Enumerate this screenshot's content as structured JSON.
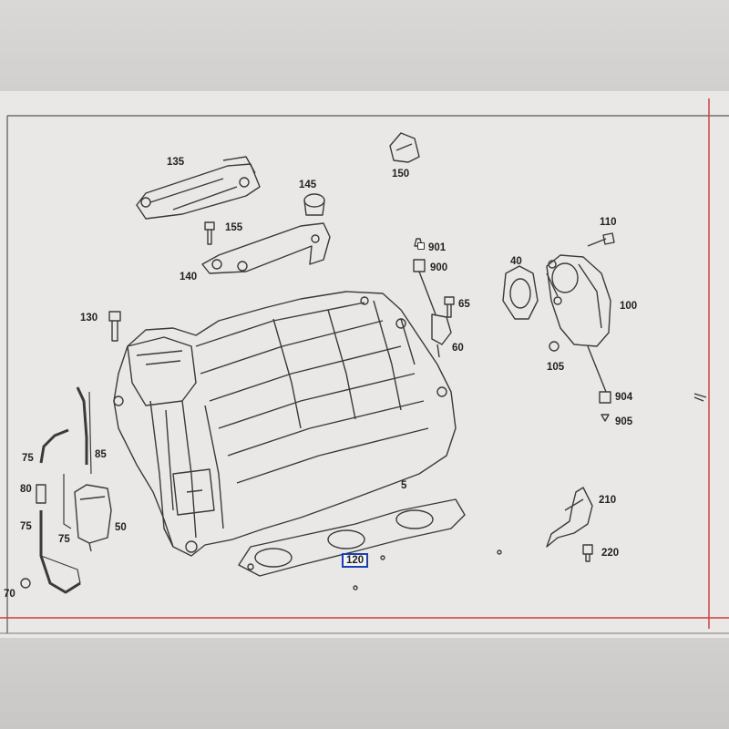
{
  "parts": [
    {
      "id": "135",
      "label": "135"
    },
    {
      "id": "150",
      "label": "150"
    },
    {
      "id": "145",
      "label": "145"
    },
    {
      "id": "155",
      "label": "155"
    },
    {
      "id": "110",
      "label": "110"
    },
    {
      "id": "901",
      "label": "901"
    },
    {
      "id": "40",
      "label": "40"
    },
    {
      "id": "900",
      "label": "900"
    },
    {
      "id": "140",
      "label": "140"
    },
    {
      "id": "65",
      "label": "65"
    },
    {
      "id": "100",
      "label": "100"
    },
    {
      "id": "130",
      "label": "130"
    },
    {
      "id": "60",
      "label": "60"
    },
    {
      "id": "105",
      "label": "105"
    },
    {
      "id": "904",
      "label": "904"
    },
    {
      "id": "905",
      "label": "905"
    },
    {
      "id": "75a",
      "label": "75"
    },
    {
      "id": "85",
      "label": "85"
    },
    {
      "id": "80",
      "label": "80"
    },
    {
      "id": "5",
      "label": "5"
    },
    {
      "id": "210",
      "label": "210"
    },
    {
      "id": "50",
      "label": "50"
    },
    {
      "id": "75b",
      "label": "75"
    },
    {
      "id": "75c",
      "label": "75"
    },
    {
      "id": "220",
      "label": "220"
    },
    {
      "id": "120",
      "label": "120",
      "selected": true
    },
    {
      "id": "70",
      "label": "70"
    }
  ],
  "colors": {
    "screen": "#e9e8e6",
    "line": "#3a3a3a",
    "selection": "#1a3fb5",
    "red_rule": "#d23a3a"
  }
}
